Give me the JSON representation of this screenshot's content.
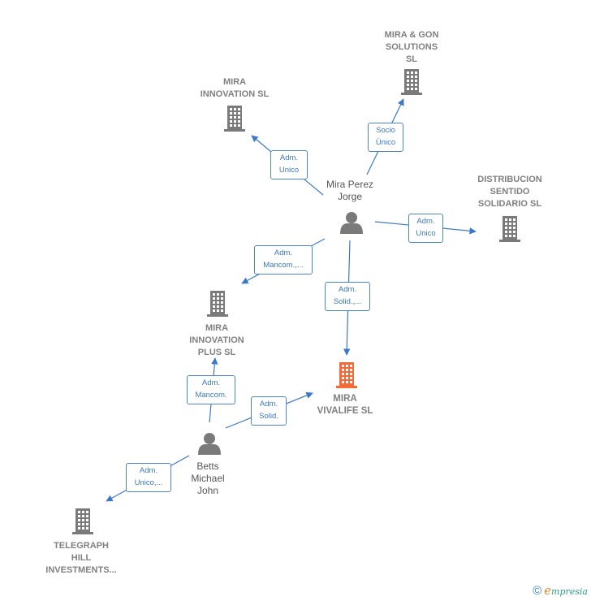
{
  "colors": {
    "company": "#7a7a7a",
    "company_main": "#f26b38",
    "person": "#7a7a7a",
    "edge": "#3b78c8",
    "company_text": "#808080"
  },
  "nodes": {
    "mira_gon": {
      "lines": [
        "MIRA & GON",
        "SOLUTIONS",
        "SL"
      ],
      "kind": "company",
      "icon": "building-icon"
    },
    "mira_innovation": {
      "lines": [
        "MIRA",
        "INNOVATION SL"
      ],
      "kind": "company",
      "icon": "building-icon"
    },
    "distribucion": {
      "lines": [
        "DISTRIBUCION",
        "SENTIDO",
        "SOLIDARIO  SL"
      ],
      "kind": "company",
      "icon": "building-icon"
    },
    "mira_perez": {
      "lines": [
        "Mira Perez",
        "Jorge"
      ],
      "kind": "person",
      "icon": "person-icon"
    },
    "mira_innovation_plus": {
      "lines": [
        "MIRA",
        "INNOVATION",
        "PLUS  SL"
      ],
      "kind": "company",
      "icon": "building-icon"
    },
    "mira_vivalife": {
      "lines": [
        "MIRA",
        "VIVALIFE  SL"
      ],
      "kind": "company_main",
      "icon": "building-icon"
    },
    "betts": {
      "lines": [
        "Betts",
        "Michael",
        "John"
      ],
      "kind": "person",
      "icon": "person-icon"
    },
    "telegraph": {
      "lines": [
        "TELEGRAPH",
        "HILL",
        "INVESTMENTS..."
      ],
      "kind": "company",
      "icon": "building-icon"
    }
  },
  "edges": [
    {
      "from": "mira_perez",
      "to": "mira_innovation",
      "lines": [
        "Adm.",
        "Unico"
      ]
    },
    {
      "from": "mira_perez",
      "to": "mira_gon",
      "lines": [
        "Socio",
        "Único"
      ]
    },
    {
      "from": "mira_perez",
      "to": "distribucion",
      "lines": [
        "Adm.",
        "Unico"
      ]
    },
    {
      "from": "mira_perez",
      "to": "mira_innovation_plus",
      "lines": [
        "Adm.",
        "Mancom.,..."
      ]
    },
    {
      "from": "mira_perez",
      "to": "mira_vivalife",
      "lines": [
        "Adm.",
        "Solid.,..."
      ]
    },
    {
      "from": "betts",
      "to": "mira_innovation_plus",
      "lines": [
        "Adm.",
        "Mancom."
      ]
    },
    {
      "from": "betts",
      "to": "mira_vivalife",
      "lines": [
        "Adm.",
        "Solid."
      ]
    },
    {
      "from": "betts",
      "to": "telegraph",
      "lines": [
        "Adm.",
        "Unico,..."
      ]
    }
  ],
  "footer": {
    "copyright": "©",
    "brand_e": "e",
    "brand_rest": "mpresia"
  }
}
